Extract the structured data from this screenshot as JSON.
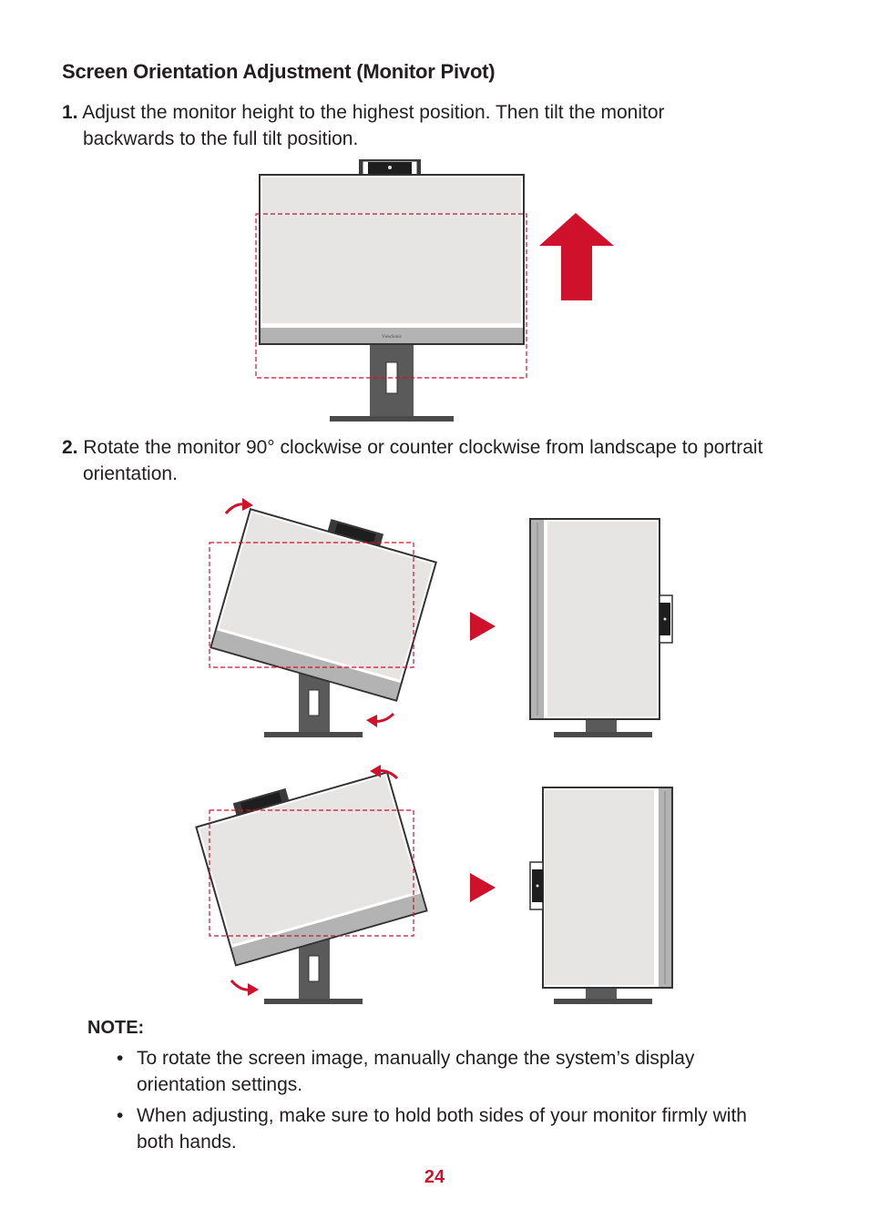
{
  "section_title": "Screen Orientation Adjustment (Monitor Pivot)",
  "steps": [
    {
      "num": "1.",
      "line1": "Adjust the monitor height to the highest position. Then tilt the monitor",
      "line2": "backwards to the full tilt position."
    },
    {
      "num": "2.",
      "line1": "Rotate the monitor 90° clockwise or counter clockwise from landscape to portrait",
      "line2": "orientation."
    }
  ],
  "note": {
    "heading": "NOTE:",
    "bullets": [
      {
        "line1": "To rotate the screen image, manually change the system’s display",
        "line2": "orientation settings."
      },
      {
        "line1": "When adjusting, make sure to hold both sides of your monitor firmly with",
        "line2": "both hands."
      }
    ]
  },
  "bullet_char": "•",
  "page_number": "24",
  "brand_on_bezel": "ViewSonic",
  "icons": [
    "up-arrow-icon",
    "rotate-arrow-icon",
    "play-triangle-icon",
    "webcam-icon"
  ],
  "colors": {
    "accent_red": "#d0112b",
    "screen_fill": "#e7e5e4",
    "bezel_gray": "#b3b3b3",
    "stand_gray": "#5a5a5a"
  }
}
